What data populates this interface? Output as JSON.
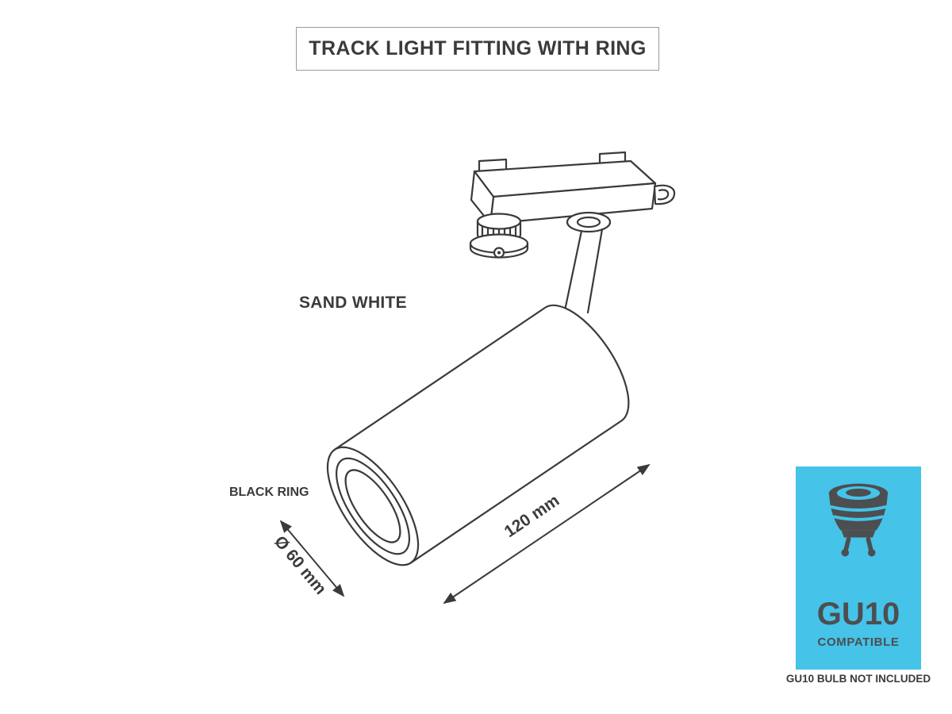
{
  "title": "TRACK LIGHT FITTING WITH RING",
  "labels": {
    "finish": "SAND WHITE",
    "ring": "BLACK RING",
    "diameter": "Ø 60 mm",
    "length": "120 mm"
  },
  "badge": {
    "socket": "GU10",
    "compatible": "COMPATIBLE",
    "note": "GU10 BULB NOT INCLUDED"
  },
  "colors": {
    "line": "#3a3a3a",
    "text": "#3b3b3b",
    "badge-bg": "#45c3e9",
    "badge-text": "#4d4e50"
  }
}
